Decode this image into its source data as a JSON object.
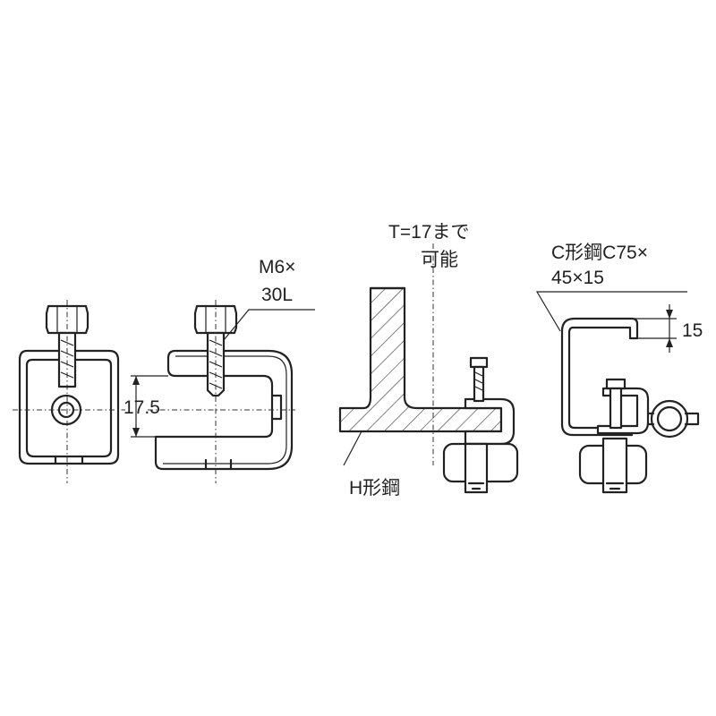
{
  "labels": {
    "bolt_spec_line1": "M6×",
    "bolt_spec_line2": "30L",
    "dimension_17_5": "17.5",
    "thickness_line1": "T=17まで",
    "thickness_line2": "可能",
    "h_beam": "H形鋼",
    "c_channel_line1": "C形鋼C75×",
    "c_channel_line2": "45×15",
    "dimension_15": "15"
  }
}
